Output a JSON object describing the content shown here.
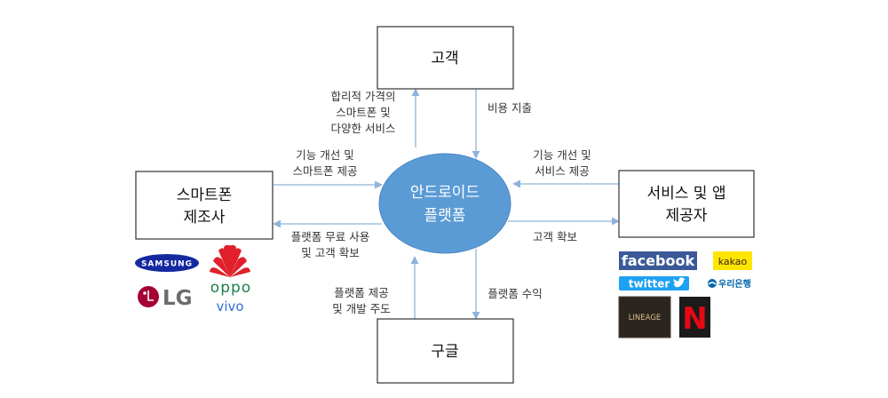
{
  "nodes": {
    "customer": "고객",
    "manufacturer": [
      "스마트폰",
      "제조사"
    ],
    "service": [
      "서비스 및 앱",
      "제공자"
    ],
    "google": "구글",
    "hub": [
      "안드로이드",
      "플랫폼"
    ]
  },
  "labels": {
    "hub_to_customer": [
      "합리적 가격의",
      "스마트폰 및",
      "다양한 서비스"
    ],
    "customer_to_hub": [
      "비용 지출"
    ],
    "mfr_to_hub": [
      "기능 개선 및",
      "스마트폰 제공"
    ],
    "hub_to_mfr": [
      "플랫폼 무료 사용",
      "및 고객 확보"
    ],
    "service_to_hub": [
      "기능 개선 및",
      "서비스 제공"
    ],
    "hub_to_service": [
      "고객 확보"
    ],
    "google_to_hub": [
      "플랫폼 제공",
      "및 개발 주도"
    ],
    "hub_to_google": [
      "플랫폼 수익"
    ]
  },
  "logos": {
    "samsung": "SAMSUNG",
    "huawei": "huawei-logo",
    "lg": "LG",
    "oppo": "oppo",
    "vivo": "vivo",
    "facebook": "facebook",
    "kakao": "kakao",
    "twitter": "twitter",
    "woori": "우리은행",
    "lineage": "LINEAGE",
    "netflix": "N"
  },
  "colors": {
    "hub_fill": "#5b9bd5",
    "arrow": "#8fb3dc",
    "facebook": "#3b5998",
    "kakao": "#fee500",
    "twitter": "#1da1f2",
    "samsung": "#1428a0",
    "huawei": "#e0202b",
    "lg": "#a50034",
    "oppo": "#1a7f4b",
    "vivo": "#2f6fd6",
    "netflix": "#e50914",
    "woori": "#0067ac"
  }
}
